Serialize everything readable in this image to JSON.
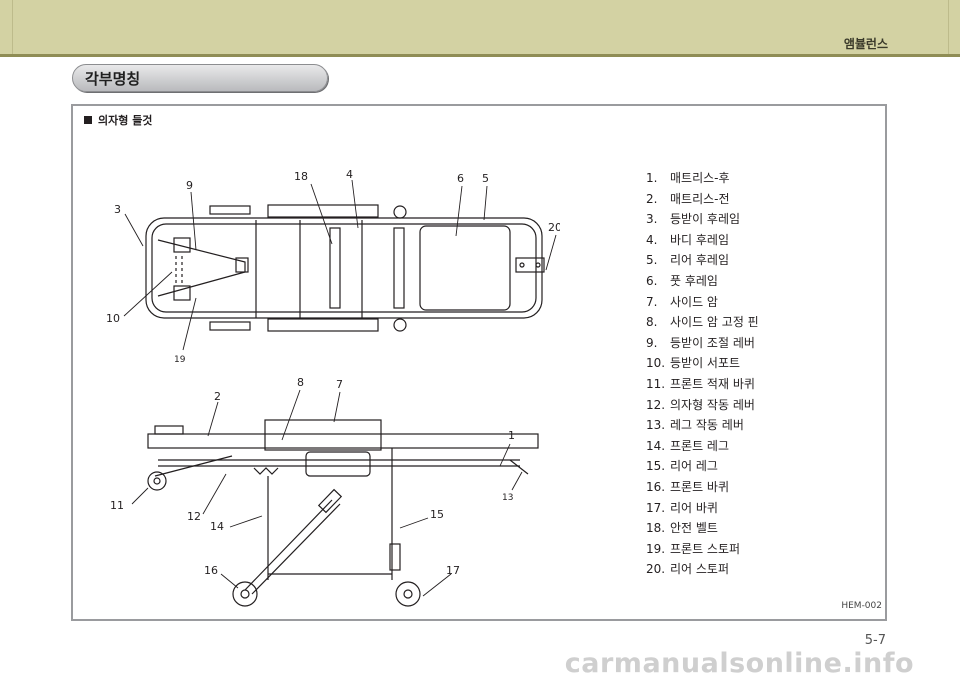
{
  "header": {
    "title": "앰뷸런스"
  },
  "section": {
    "title": "각부명칭"
  },
  "figure": {
    "subtitle": "의자형 들것",
    "code": "HEM-002",
    "top_view_callouts": [
      "3",
      "9",
      "18",
      "4",
      "6",
      "5",
      "20",
      "10",
      "19"
    ],
    "side_view_callouts": [
      "2",
      "8",
      "7",
      "1",
      "11",
      "12",
      "14",
      "16",
      "15",
      "13",
      "17"
    ]
  },
  "parts": [
    {
      "num": "1.",
      "label": "매트리스-후"
    },
    {
      "num": "2.",
      "label": "매트리스-전"
    },
    {
      "num": "3.",
      "label": "등받이 후레임"
    },
    {
      "num": "4.",
      "label": "바디 후레임"
    },
    {
      "num": "5.",
      "label": "리어 후레임"
    },
    {
      "num": "6.",
      "label": "풋 후레임"
    },
    {
      "num": "7.",
      "label": "사이드 암"
    },
    {
      "num": "8.",
      "label": "사이드 암 고정 핀"
    },
    {
      "num": "9.",
      "label": "등받이 조절 레버"
    },
    {
      "num": "10.",
      "label": "등받이 서포트"
    },
    {
      "num": "11.",
      "label": "프론트 적재 바퀴"
    },
    {
      "num": "12.",
      "label": "의자형 작동 레버"
    },
    {
      "num": "13.",
      "label": "레그 작동 레버"
    },
    {
      "num": "14.",
      "label": "프론트 레그"
    },
    {
      "num": "15.",
      "label": "리어 레그"
    },
    {
      "num": "16.",
      "label": "프론트 바퀴"
    },
    {
      "num": "17.",
      "label": "리어 바퀴"
    },
    {
      "num": "18.",
      "label": "안전 벨트"
    },
    {
      "num": "19.",
      "label": "프론트 스토퍼"
    },
    {
      "num": "20.",
      "label": "리어 스토퍼"
    }
  ],
  "page": {
    "number": "5-7"
  },
  "watermark": "carmanualsonline.info"
}
